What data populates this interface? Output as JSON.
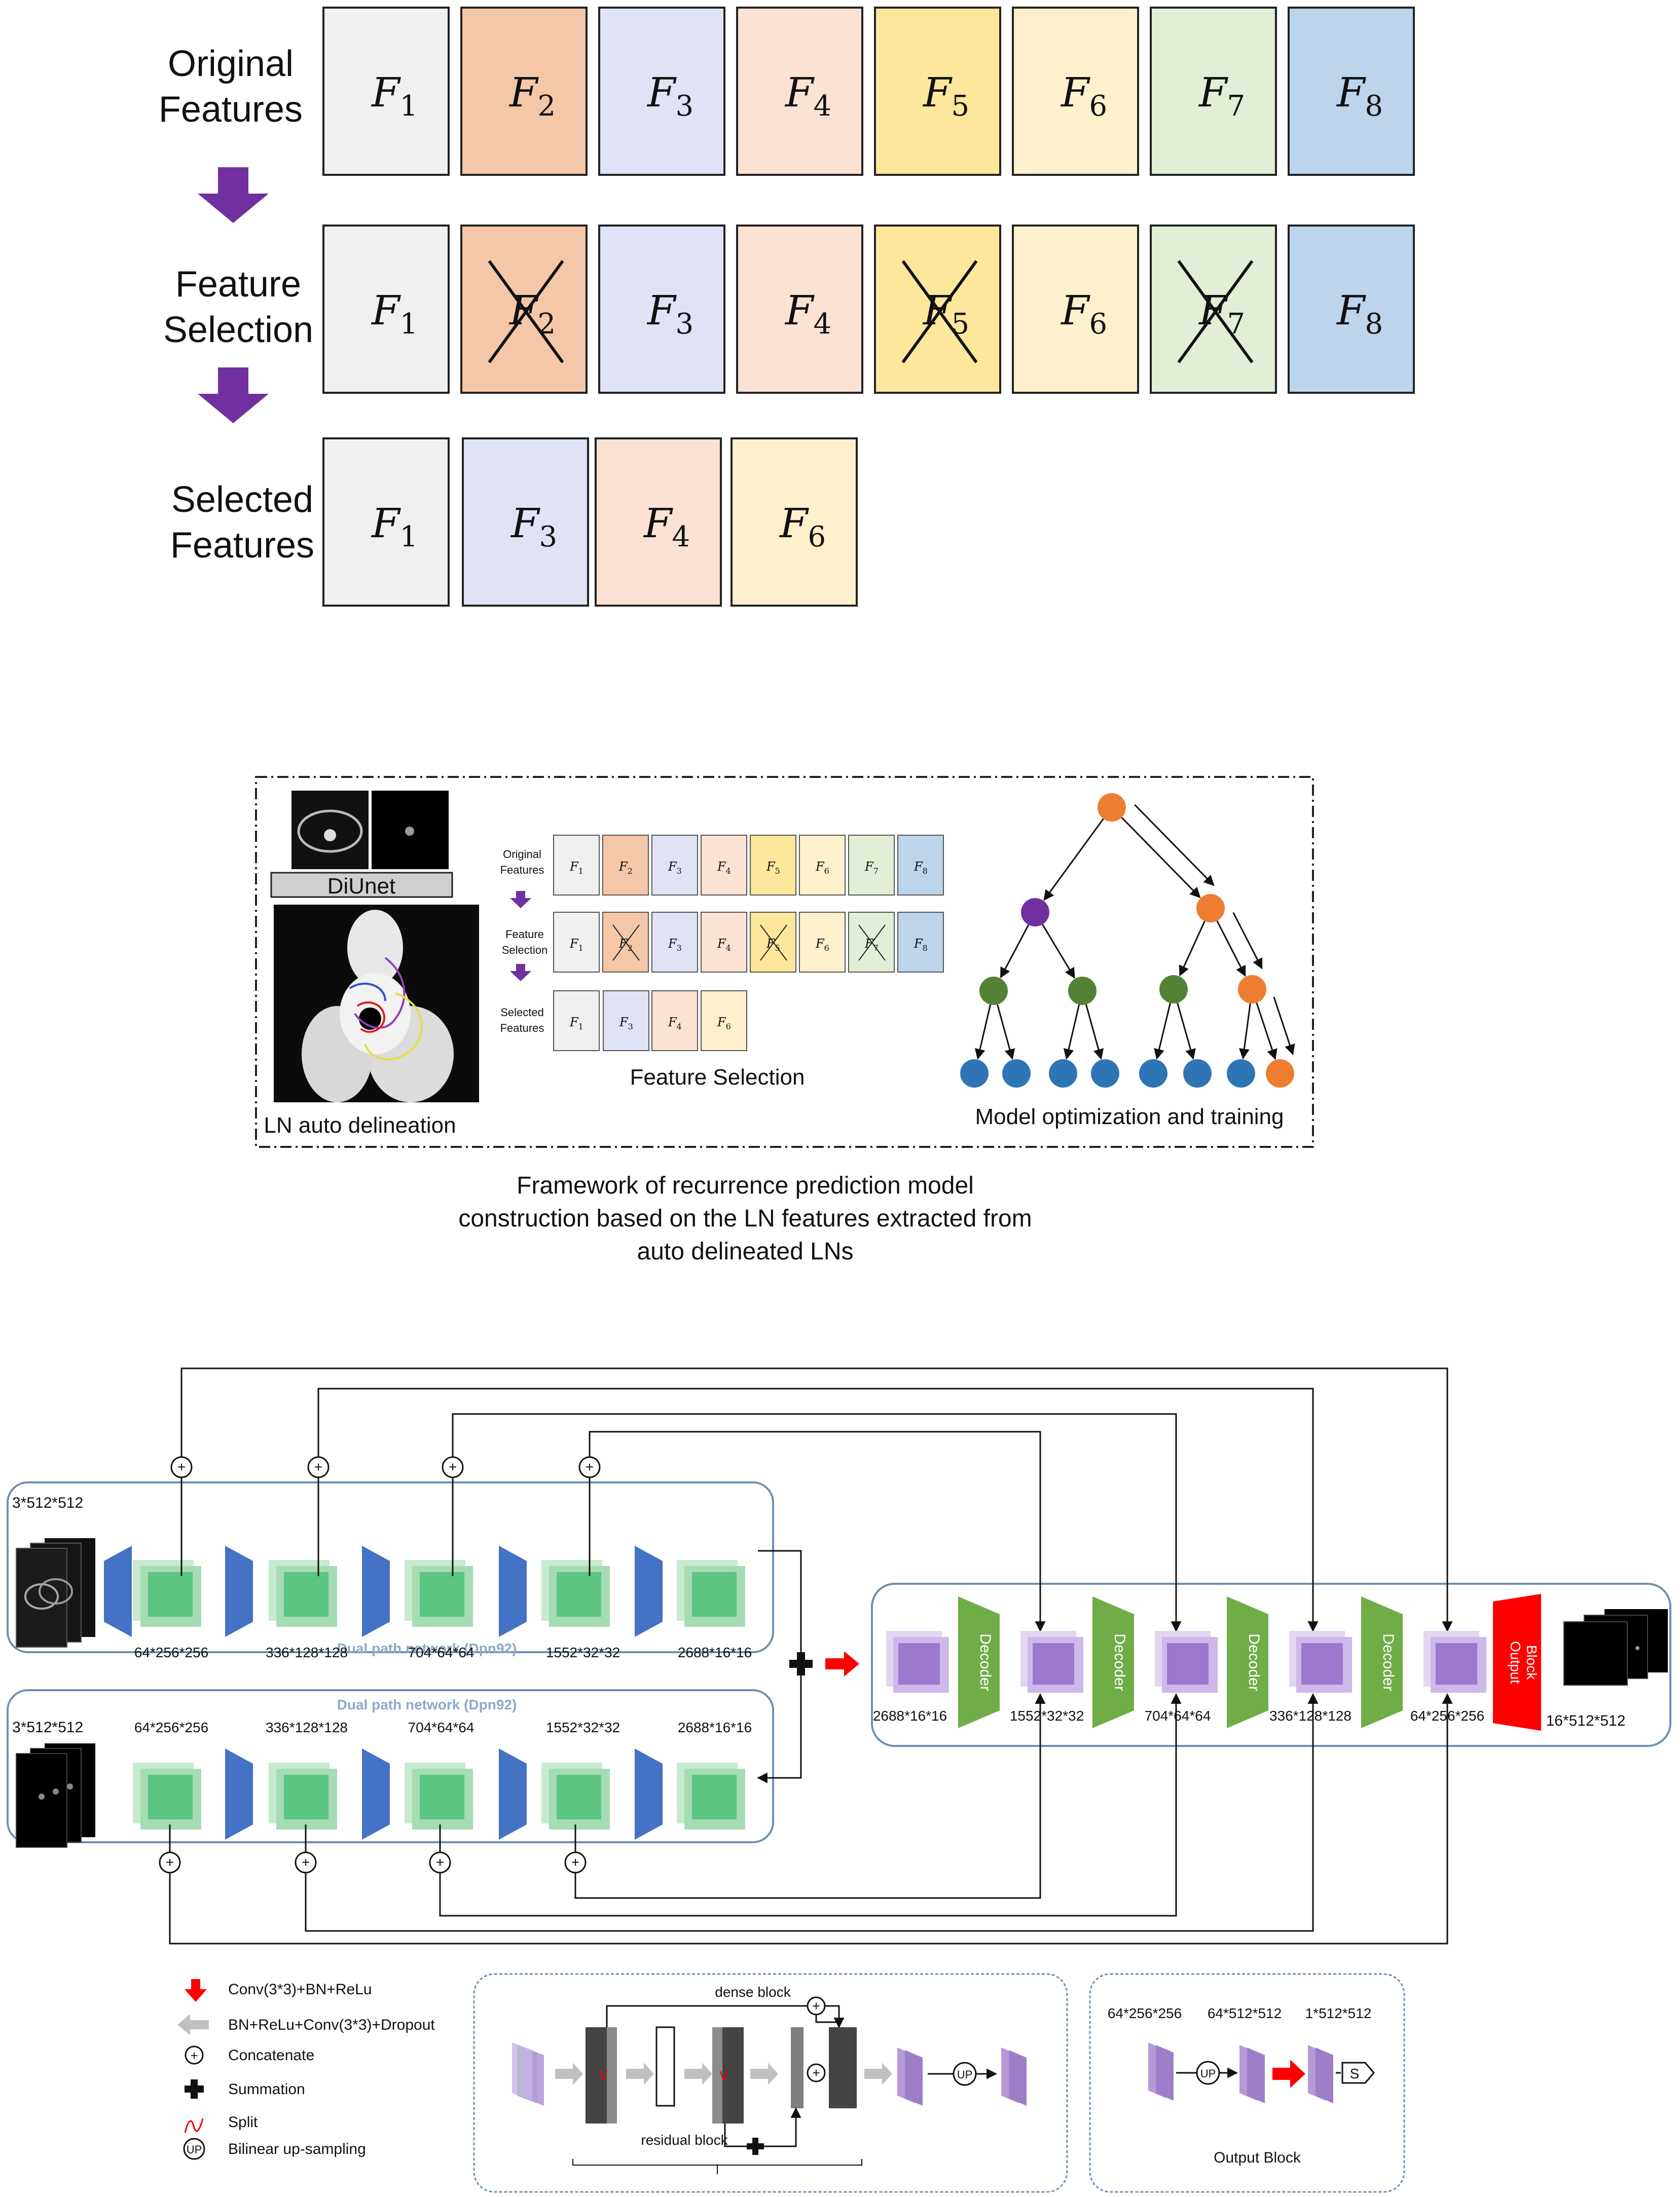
{
  "panel1": {
    "row_labels": [
      [
        "Original",
        "Features"
      ],
      [
        "Feature",
        "Selection"
      ],
      [
        "Selected",
        "Features"
      ]
    ],
    "features": [
      {
        "name": "F",
        "sub": "1",
        "color": "#f0f0f0"
      },
      {
        "name": "F",
        "sub": "2",
        "color": "#f4c7a8"
      },
      {
        "name": "F",
        "sub": "3",
        "color": "#dfe3f3"
      },
      {
        "name": "F",
        "sub": "4",
        "color": "#fbe2d3"
      },
      {
        "name": "F",
        "sub": "5",
        "color": "#fde79c"
      },
      {
        "name": "F",
        "sub": "6",
        "color": "#fdf0cc"
      },
      {
        "name": "F",
        "sub": "7",
        "color": "#e2eed6"
      },
      {
        "name": "F",
        "sub": "8",
        "color": "#bcd4ec"
      }
    ],
    "removed": [
      1,
      4,
      6
    ],
    "selected": [
      0,
      2,
      3,
      5
    ],
    "arrow_color": "#7030a0"
  },
  "panel2": {
    "diunet_label": "DiUnet",
    "ln_caption": "LN auto delineation",
    "fs_caption": "Feature Selection",
    "tree_caption": "Model optimization and training",
    "caption_lines": [
      "Framework of recurrence prediction model",
      "construction based on the LN features extracted from",
      "auto delineated LNs"
    ],
    "tree_colors": {
      "orange": "#ed7d31",
      "purple": "#7030a0",
      "green": "#548235",
      "blue": "#2e75b6"
    }
  },
  "panel3": {
    "top_input": "3*512*512",
    "bottom_input": "3*512*512",
    "enc_dims": [
      "64*256*256",
      "336*128*128",
      "704*64*64",
      "1552*32*32",
      "2688*16*16"
    ],
    "network_label": "Dual path network   (Dpn92)",
    "decoder_label": "Decoder",
    "output_block_label": [
      "Output",
      "Block"
    ],
    "dec_dims": [
      "2688*16*16",
      "1552*32*32",
      "704*64*64",
      "336*128*128",
      "64*256*256"
    ],
    "output_dim": "16*512*512",
    "colors": {
      "blue": "#4472c4",
      "green": "#7cc98e",
      "decoder": "#70ad47",
      "purple": "#b69ad8",
      "red": "#ff0000",
      "container": "#6f8fb3"
    }
  },
  "legend": {
    "items": [
      "Conv(3*3)+BN+ReLu",
      "BN+ReLu+Conv(3*3)+Dropout",
      "Concatenate",
      "Summation",
      "Split",
      "Bilinear up-sampling"
    ],
    "dense_label": "dense block",
    "residual_label": "residual block",
    "output_dims": [
      "64*256*256",
      "64*512*512",
      "1*512*512"
    ],
    "output_block_title": "Output Block",
    "up_label": "UP",
    "s_label": "S",
    "split_label": "V"
  }
}
